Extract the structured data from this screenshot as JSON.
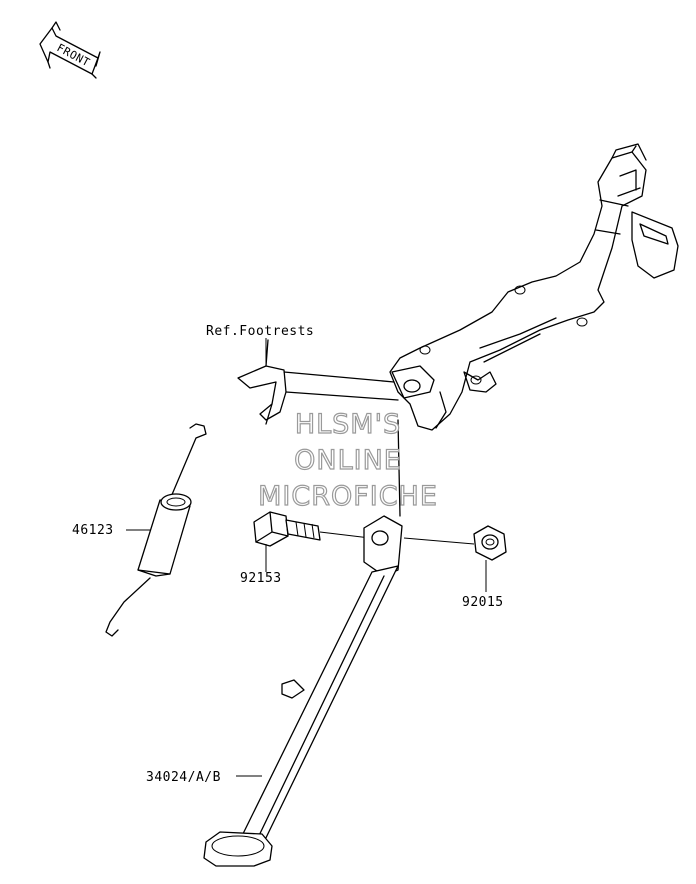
{
  "front_label": "FRONT",
  "labels": {
    "ref_footrests": "Ref.Footrests",
    "spring": "46123",
    "bolt": "92153",
    "nut": "92015",
    "stand": "34024/A/B"
  },
  "watermark": {
    "line1": "HLSM'S",
    "line2": "ONLINE",
    "line3": "MICROFICHE"
  }
}
